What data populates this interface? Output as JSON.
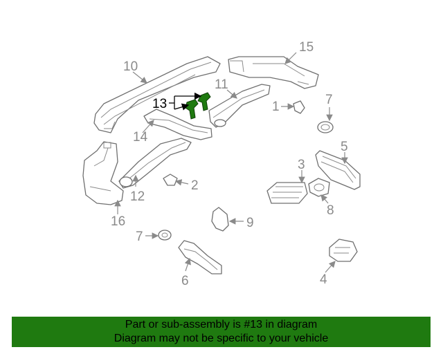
{
  "callouts": {
    "c1": "1",
    "c2": "2",
    "c3": "3",
    "c4": "4",
    "c5": "5",
    "c6": "6",
    "c7a": "7",
    "c7b": "7",
    "c8": "8",
    "c9": "9",
    "c10": "10",
    "c11": "11",
    "c12": "12",
    "c13": "13",
    "c14": "14",
    "c15": "15",
    "c16": "16"
  },
  "highlight": {
    "part_number": "13",
    "color": "#1f7a10"
  },
  "banner": {
    "line1": "Part or sub-assembly is #13 in diagram",
    "line2": "Diagram may not be specific to your vehicle",
    "background": "#1f7a10"
  }
}
